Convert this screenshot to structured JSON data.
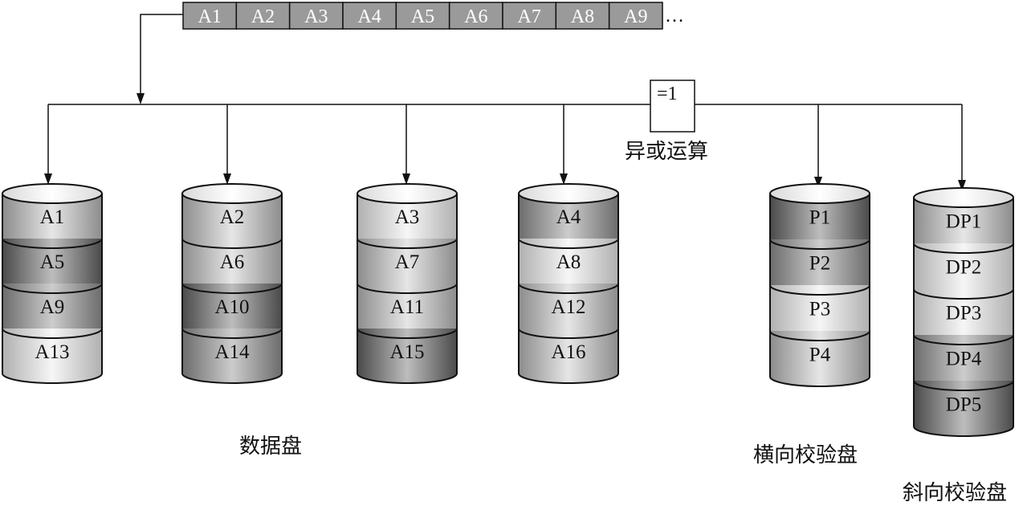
{
  "stream": {
    "cells": [
      "A1",
      "A2",
      "A3",
      "A4",
      "A5",
      "A6",
      "A7",
      "A8",
      "A9"
    ],
    "ellipsis": "…",
    "cell_color": "#9a9a9a"
  },
  "xor": {
    "symbol": "=1",
    "label": "异或运算"
  },
  "data_disks": {
    "label": "数据盘",
    "disks": [
      {
        "blocks": [
          {
            "text": "A1",
            "tone": "light"
          },
          {
            "text": "A5",
            "tone": "dark"
          },
          {
            "text": "A9",
            "tone": "mid"
          },
          {
            "text": "A13",
            "tone": "pale"
          }
        ]
      },
      {
        "blocks": [
          {
            "text": "A2",
            "tone": "light"
          },
          {
            "text": "A6",
            "tone": "light"
          },
          {
            "text": "A10",
            "tone": "dark"
          },
          {
            "text": "A14",
            "tone": "mid"
          }
        ]
      },
      {
        "blocks": [
          {
            "text": "A3",
            "tone": "pale"
          },
          {
            "text": "A7",
            "tone": "light"
          },
          {
            "text": "A11",
            "tone": "light"
          },
          {
            "text": "A15",
            "tone": "dark"
          }
        ]
      },
      {
        "blocks": [
          {
            "text": "A4",
            "tone": "mid"
          },
          {
            "text": "A8",
            "tone": "pale"
          },
          {
            "text": "A12",
            "tone": "light"
          },
          {
            "text": "A16",
            "tone": "light"
          }
        ]
      }
    ]
  },
  "row_parity_disk": {
    "label": "横向校验盘",
    "blocks": [
      {
        "text": "P1",
        "tone": "dark"
      },
      {
        "text": "P2",
        "tone": "mid"
      },
      {
        "text": "P3",
        "tone": "pale"
      },
      {
        "text": "P4",
        "tone": "light"
      }
    ]
  },
  "diagonal_parity_disk": {
    "label": "斜向校验盘",
    "blocks": [
      {
        "text": "DP1",
        "tone": "light"
      },
      {
        "text": "DP2",
        "tone": "pale"
      },
      {
        "text": "DP3",
        "tone": "pale"
      },
      {
        "text": "DP4",
        "tone": "mid"
      },
      {
        "text": "DP5",
        "tone": "dark"
      }
    ]
  },
  "tones": {
    "pale": {
      "edge": "#b0b0b0",
      "center": "#f6f6f6"
    },
    "light": {
      "edge": "#8c8c8c",
      "center": "#e6e6e6"
    },
    "mid": {
      "edge": "#6c6c6c",
      "center": "#cccccc"
    },
    "dark": {
      "edge": "#4a4a4a",
      "center": "#bdbdbd"
    }
  }
}
